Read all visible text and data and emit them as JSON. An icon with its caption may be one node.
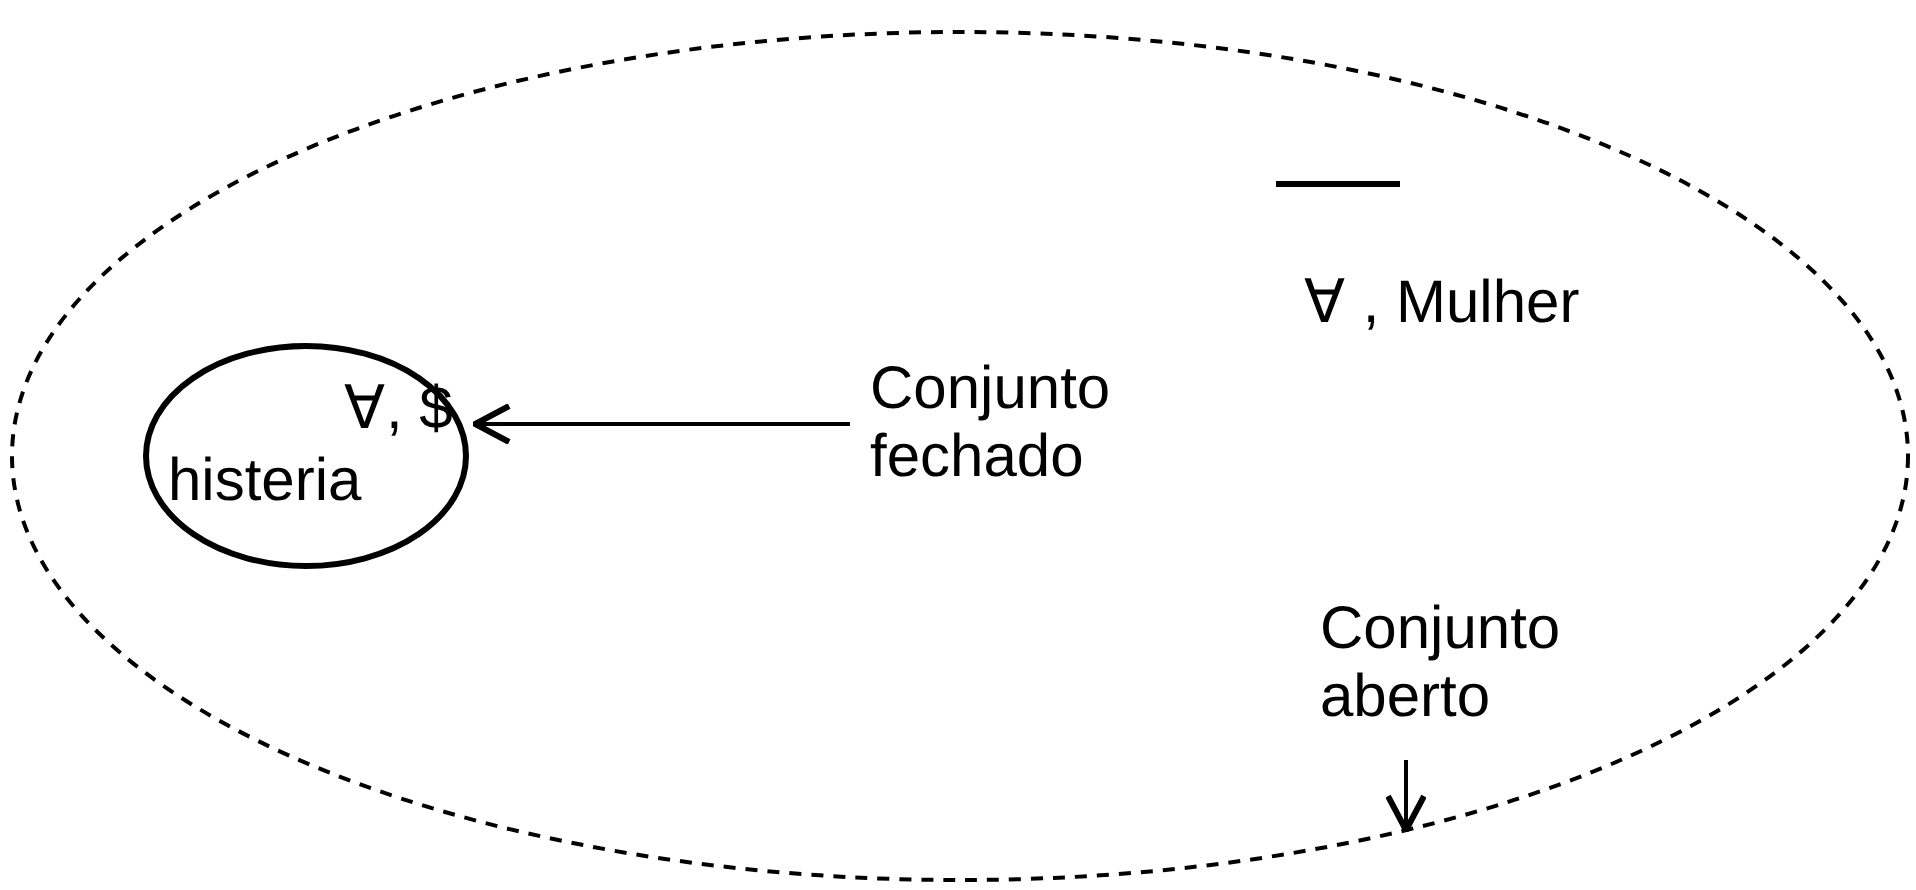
{
  "diagram": {
    "nodes": [
      {
        "text": [
          "∀ , Mulher"
        ]
      },
      {
        "text": [
          "∀, $",
          "histeria"
        ],
        "in": 0
      },
      {
        "text": [
          "Conjunto fechado"
        ],
        "in": 0
      },
      {
        "text": [
          "Conjunto aberto"
        ],
        "in": 0
      }
    ],
    "edges": [
      {
        "from": 2,
        "to": 1,
        "arrow": "to"
      },
      {
        "from": 3,
        "to": 0,
        "arrow": "to"
      }
    ]
  }
}
